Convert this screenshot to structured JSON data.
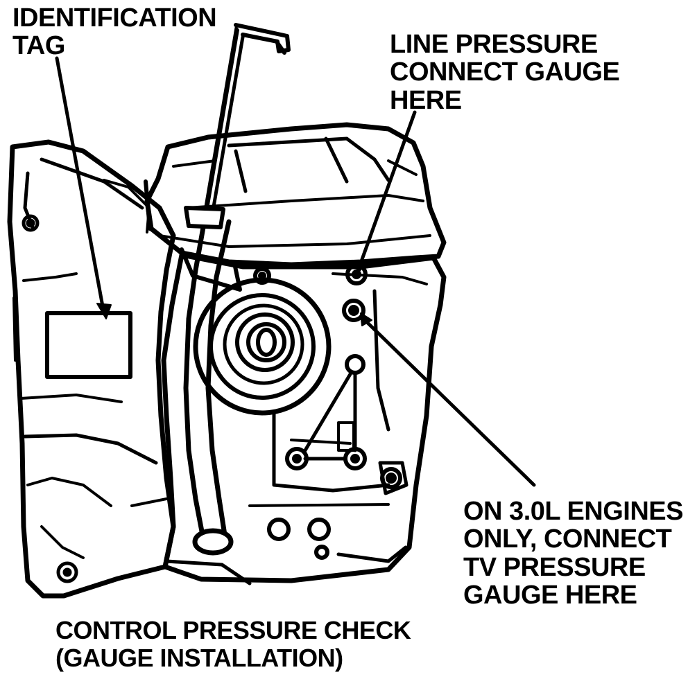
{
  "labels": {
    "identification_tag": [
      "IDENTIFICATION",
      "TAG"
    ],
    "line_pressure": [
      "LINE PRESSURE",
      "CONNECT GAUGE",
      "HERE"
    ],
    "tv_pressure": [
      "ON 3.0L ENGINES",
      "ONLY, CONNECT",
      "TV PRESSURE",
      "GAUGE HERE"
    ]
  },
  "caption": [
    "CONTROL PRESSURE CHECK",
    "(GAUGE INSTALLATION)"
  ],
  "colors": {
    "ink": "#000000",
    "paper": "#ffffff"
  }
}
